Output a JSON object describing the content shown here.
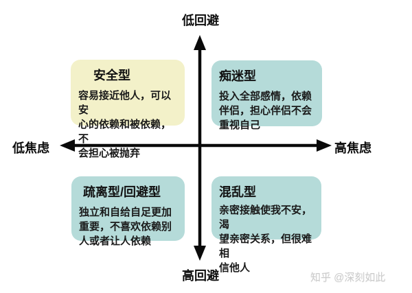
{
  "axes": {
    "top_label": "低回避",
    "bottom_label": "高回避",
    "left_label": "低焦虑",
    "right_label": "高焦虑"
  },
  "quadrants": [
    {
      "id": "secure",
      "position": "top-left",
      "title": "安全型",
      "description": "容易接近他人，可以安\n心的依赖和被依赖，不\n会担心被抛弃",
      "color": "#f3f1c9"
    },
    {
      "id": "preoccupied",
      "position": "top-right",
      "title": "痴迷型",
      "description": "投入全部感情，依赖\n伴侣，担心伴侣不会\n重视自己",
      "color": "#b5dbd9"
    },
    {
      "id": "dismissive-avoidant",
      "position": "bottom-left",
      "title": "疏离型/回避型",
      "description": "独立和自给自足更加\n重要，不喜欢依赖别\n人或者让人依赖",
      "color": "#b5dbd9"
    },
    {
      "id": "fearful-disorganized",
      "position": "bottom-right",
      "title": "混乱型",
      "description": "亲密接触使我不安，渴\n望亲密关系，但很难相\n信他人",
      "color": "#b5dbd9"
    }
  ],
  "watermark": {
    "text": "知乎 @深刻如此",
    "color": "#cbcbcb"
  },
  "colors": {
    "background": "#ffffff",
    "axis": "#0a0a0a",
    "secure_box": "#f3f1c9",
    "teal_box": "#b5dbd9"
  }
}
